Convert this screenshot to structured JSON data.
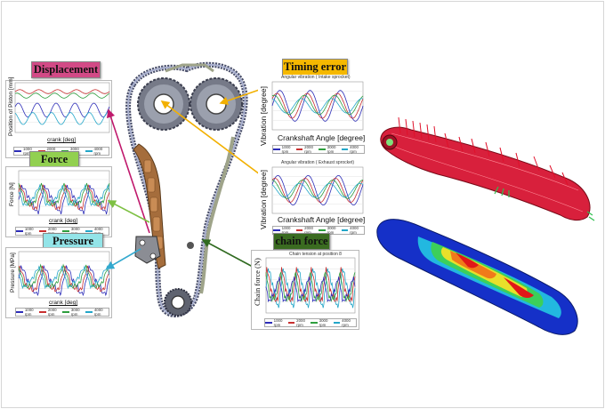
{
  "tags": {
    "displacement": "Displacement",
    "force": "Force",
    "pressure": "Pressure",
    "timing_error": "Timing error",
    "chain_force": "chain force"
  },
  "colors": {
    "displacement_tag": "#d24a86",
    "force_tag": "#92d050",
    "pressure_tag": "#93e4e8",
    "timing_tag": "#f5b800",
    "chain_tag": "#3a6b20",
    "mesh_red": "#d8203c",
    "fea_blue": "#1530c8",
    "guide_brown": "#a56d3c"
  },
  "plots": {
    "displacement": {
      "ylabel": "Position of Piston [mm]",
      "xlabel": "crank [deg]"
    },
    "force": {
      "ylabel": "Force [N]",
      "xlabel": "crank [deg]"
    },
    "pressure": {
      "ylabel": "Pressure [MPa]",
      "xlabel": "crank [deg]"
    },
    "timing_intake": {
      "title": "Angular vibration ( Intake sprocket)",
      "ylabel": "Vibration [degree]",
      "xlabel": "Crankshaft Angle [degree]"
    },
    "timing_exhaust": {
      "title": "Angular vibration ( Exhaust sprocket)",
      "ylabel": "Vibration [degree]",
      "xlabel": "Crankshaft Angle [degree]"
    },
    "chain": {
      "title": "Chain tension at position 8",
      "ylabel": "Chain force (N)"
    }
  },
  "legend_rpm": [
    "1000 rpm",
    "2000 rpm",
    "3000 rpm",
    "4000 rpm"
  ],
  "legend_colors": [
    "#2d2db8",
    "#c83030",
    "#2e9e3e",
    "#23a6c8"
  ],
  "icons": [
    "sprocket-icon",
    "timing-chain-icon",
    "tensioner-icon",
    "fea-mesh-icon",
    "stress-contour-icon"
  ]
}
